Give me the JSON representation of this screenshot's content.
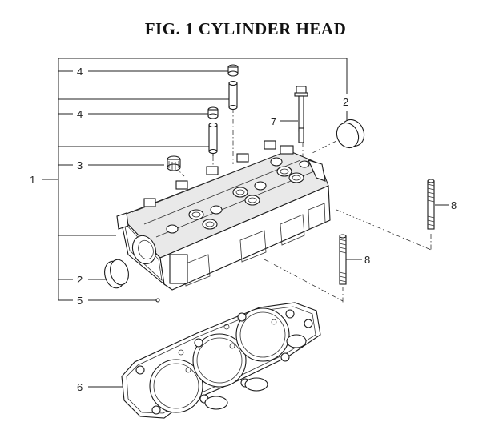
{
  "title": "FIG. 1  CYLINDER HEAD",
  "callouts": {
    "c1": "1",
    "c2_left": "2",
    "c2_right": "2",
    "c3": "3",
    "c4_top": "4",
    "c4_mid": "4",
    "c5": "5",
    "c6": "6",
    "c7": "7",
    "c8_right": "8",
    "c8_mid": "8"
  }
}
